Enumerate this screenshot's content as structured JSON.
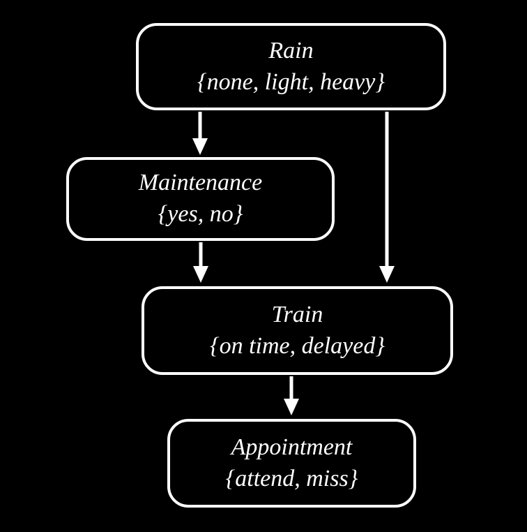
{
  "diagram": {
    "type": "bayesian-network",
    "colors": {
      "background": "#000000",
      "node_border": "#ffffff",
      "text": "#ffffff",
      "arrow": "#ffffff"
    },
    "nodes": [
      {
        "id": "rain",
        "title": "Rain",
        "values": "{none, light, heavy}"
      },
      {
        "id": "maintenance",
        "title": "Maintenance",
        "values": "{yes, no}"
      },
      {
        "id": "train",
        "title": "Train",
        "values": "{on time, delayed}"
      },
      {
        "id": "appointment",
        "title": "Appointment",
        "values": "{attend, miss}"
      }
    ],
    "edges": [
      {
        "from": "rain",
        "to": "maintenance"
      },
      {
        "from": "rain",
        "to": "train"
      },
      {
        "from": "maintenance",
        "to": "train"
      },
      {
        "from": "train",
        "to": "appointment"
      }
    ]
  }
}
